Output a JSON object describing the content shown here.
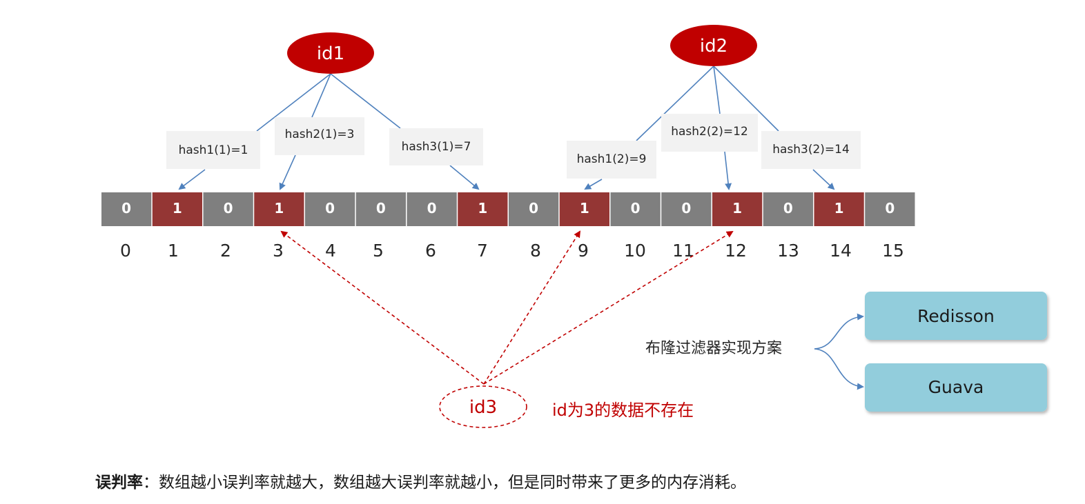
{
  "array": {
    "values": [
      0,
      1,
      0,
      1,
      0,
      0,
      0,
      1,
      0,
      1,
      0,
      0,
      1,
      0,
      1,
      0
    ],
    "indices": [
      "0",
      "1",
      "2",
      "3",
      "4",
      "5",
      "6",
      "7",
      "8",
      "9",
      "10",
      "11",
      "12",
      "13",
      "14",
      "15"
    ],
    "set_color": "#943634",
    "unset_color": "#7f7f7f"
  },
  "id1": {
    "label": "id1",
    "hashes": [
      "hash1(1)=1",
      "hash2(1)=3",
      "hash3(1)=7"
    ]
  },
  "id2": {
    "label": "id2",
    "hashes": [
      "hash1(2)=9",
      "hash2(2)=12",
      "hash3(2)=14"
    ]
  },
  "id3": {
    "label": "id3",
    "note": "id为3的数据不存在"
  },
  "implementations": {
    "label": "布隆过滤器实现方案",
    "options": [
      "Redisson",
      "Guava"
    ]
  },
  "footer": {
    "term": "误判率",
    "separator": "：",
    "text": "数组越小误判率就越大，数组越大误判率就越小，但是同时带来了更多的内存消耗。"
  },
  "colors": {
    "id_ellipse": "#c00000",
    "arrow_blue": "#4f81bd",
    "dashed_red": "#c00000",
    "hash_box": "#f2f2f2",
    "impl_box": "#92cddc"
  }
}
